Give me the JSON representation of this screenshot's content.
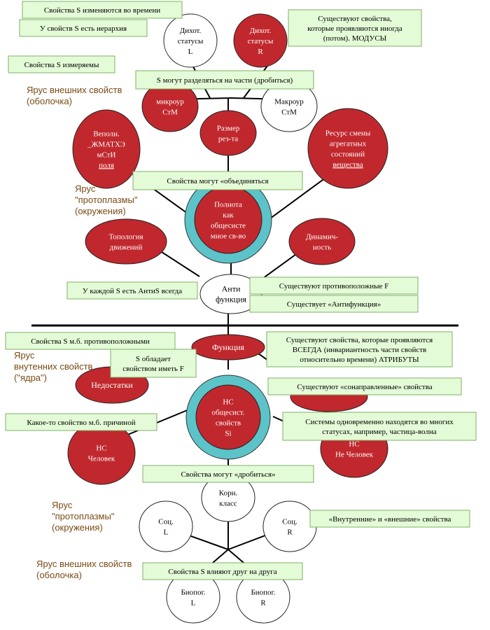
{
  "colors": {
    "red": "#C0282D",
    "white": "#FFFFFF",
    "teal": "#5CC3C9",
    "box": "#E4FBD7",
    "boxBorder": "#7FB069",
    "tier": "#7A4A14",
    "line": "#000000"
  },
  "tiers": {
    "top_outer": [
      "Ярус внешних свойств",
      "(оболочка)"
    ],
    "top_proto": [
      "Ярус",
      "\"протоплазмы\"",
      "(окружения)"
    ],
    "core": [
      "Ярус",
      "внутенних свойств",
      "(\"ядра\")"
    ],
    "bottom_proto": [
      "Ярус",
      "\"протоплазмы\"",
      "(окружения)"
    ],
    "bottom_outer": [
      "Ярус внешних свойств",
      "(оболочка)"
    ]
  },
  "nodes": {
    "dikhot_l": [
      "Дихот.",
      "статусы",
      "L"
    ],
    "dikhot_r": [
      "Дихот.",
      "статусы",
      "R"
    ],
    "mikro": [
      "микроур",
      "СтМ"
    ],
    "makro": [
      "Макроур",
      "СтМ"
    ],
    "razmer": [
      "Размер",
      "рез-та"
    ],
    "vepoln": [
      "Веполн.",
      "_ЖМАТХЭ",
      "мСтИ",
      "поля"
    ],
    "resurs": [
      "Ресурс смены",
      "агрегатных",
      "состояний",
      "вещества"
    ],
    "polnota": [
      "Полнота",
      "как",
      "общесисте",
      "мное св-во"
    ],
    "topologiya": [
      "Топология",
      "движений"
    ],
    "dinamich": [
      "Динамич-",
      "ность"
    ],
    "antifunk": [
      "Анти",
      "функция"
    ],
    "funktsiya": [
      "Функция"
    ],
    "nedostatki": [
      "Недостатки"
    ],
    "ns_core": [
      "НС",
      "общесист.",
      "свойств",
      "Si"
    ],
    "ns_chel": [
      "НС",
      "Человек"
    ],
    "ns_nechel": [
      "НС",
      "Не Человек"
    ],
    "korn": [
      "Корн.",
      "класс"
    ],
    "sots_l": [
      "Соц.",
      "L"
    ],
    "sots_r": [
      "Соц.",
      "R"
    ],
    "biopog_l": [
      "Биопог.",
      "L"
    ],
    "biopog_r": [
      "Биопог.",
      "R"
    ]
  },
  "boxes": {
    "izmenyayutsya": "Свойства S изменяются во времени",
    "ierarkhiya": "У свойств S есть иерархия",
    "izmeryaemy": "Свойства S измеряемы",
    "modusy": [
      "Существуют свойства,",
      "которые  проявляются иногда",
      "(потом). МОДУСЫ"
    ],
    "drobitsya_top": "S могут разделяться на части (дробиться)",
    "obedinyatsya": "Свойства могут «объединяться",
    "anti_s": "У каждой S есть АнтиS всегда",
    "protivopolozhnye_f": "Существуют противоположные F",
    "antifunktsiya": "Существует «Антифункция»",
    "mb_protivopolozhnymi": "Свойства S м.б. противоположными",
    "atributy": [
      "Существуют свойства, которые проявляются",
      "ВСЕГДА (инвариантность части свойств",
      "относительно времени) АТРИБУТЫ"
    ],
    "imet_f": [
      "S обладает",
      "свойством иметь F"
    ],
    "sonapravlennye": "Существуют «сонаправленные» свойства",
    "prichina": "Какое-то свойство м.б. причиной",
    "volna": [
      "Системы одновременно находятся во многих",
      "статусах, например, частица-волна"
    ],
    "drobitsya_bottom": "Свойства могут «дробиться»",
    "vnutrennie": "«Внутренние» и «внешние» свойства",
    "vliyayut": "Свойства S влияют друг на друга"
  }
}
